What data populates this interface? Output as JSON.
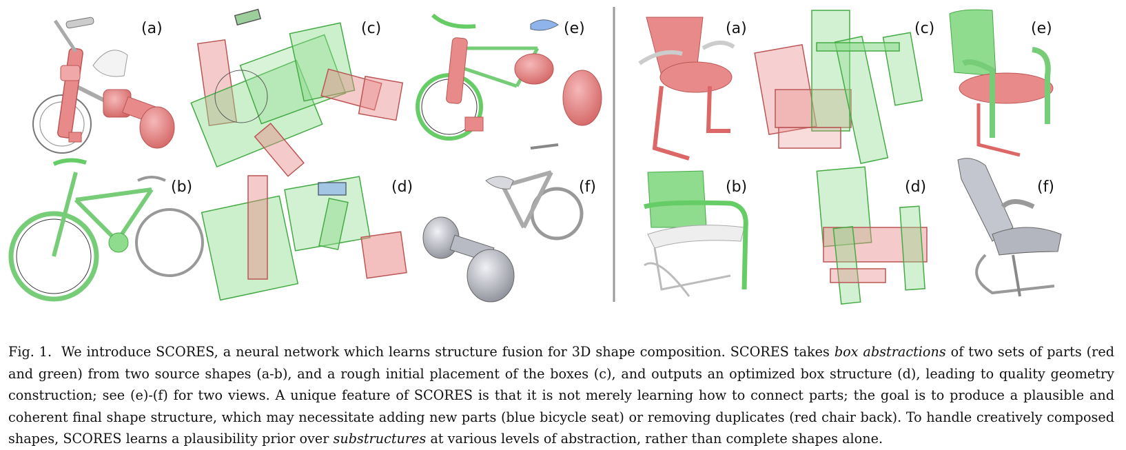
{
  "figure": {
    "labels": {
      "bike": [
        "(a)",
        "(c)",
        "(e)",
        "(b)",
        "(d)",
        "(f)"
      ],
      "chair": [
        "(a)",
        "(c)",
        "(e)",
        "(b)",
        "(d)",
        "(f)"
      ]
    },
    "colors": {
      "red_part": "#e98a8a",
      "green_part": "#8fdc8f",
      "blue_part": "#8fb4ec",
      "gray_part": "#c4c6cf",
      "divider": "#9a9a9a"
    }
  },
  "caption": {
    "prefix": "Fig. 1.",
    "s1": "We introduce SCORES, a neural network which learns structure fusion for 3D shape composition. SCORES takes ",
    "em1": "box abstractions",
    "s2": " of two sets of parts (red and green) from two source shapes (a-b), and a rough initial placement of the boxes (c), and outputs an optimized box structure (d), leading to quality geometry construction; see (e)-(f) for two views. A unique feature of SCORES is that it is not merely learning how to connect parts; the goal is to produce a plausible and coherent final shape structure, which may necessitate adding new parts (blue bicycle seat) or removing duplicates (red chair back). To handle creatively composed shapes, SCORES learns a plausibility prior over ",
    "em2": "substructures",
    "s3": " at various levels of abstraction, rather than complete shapes alone."
  }
}
